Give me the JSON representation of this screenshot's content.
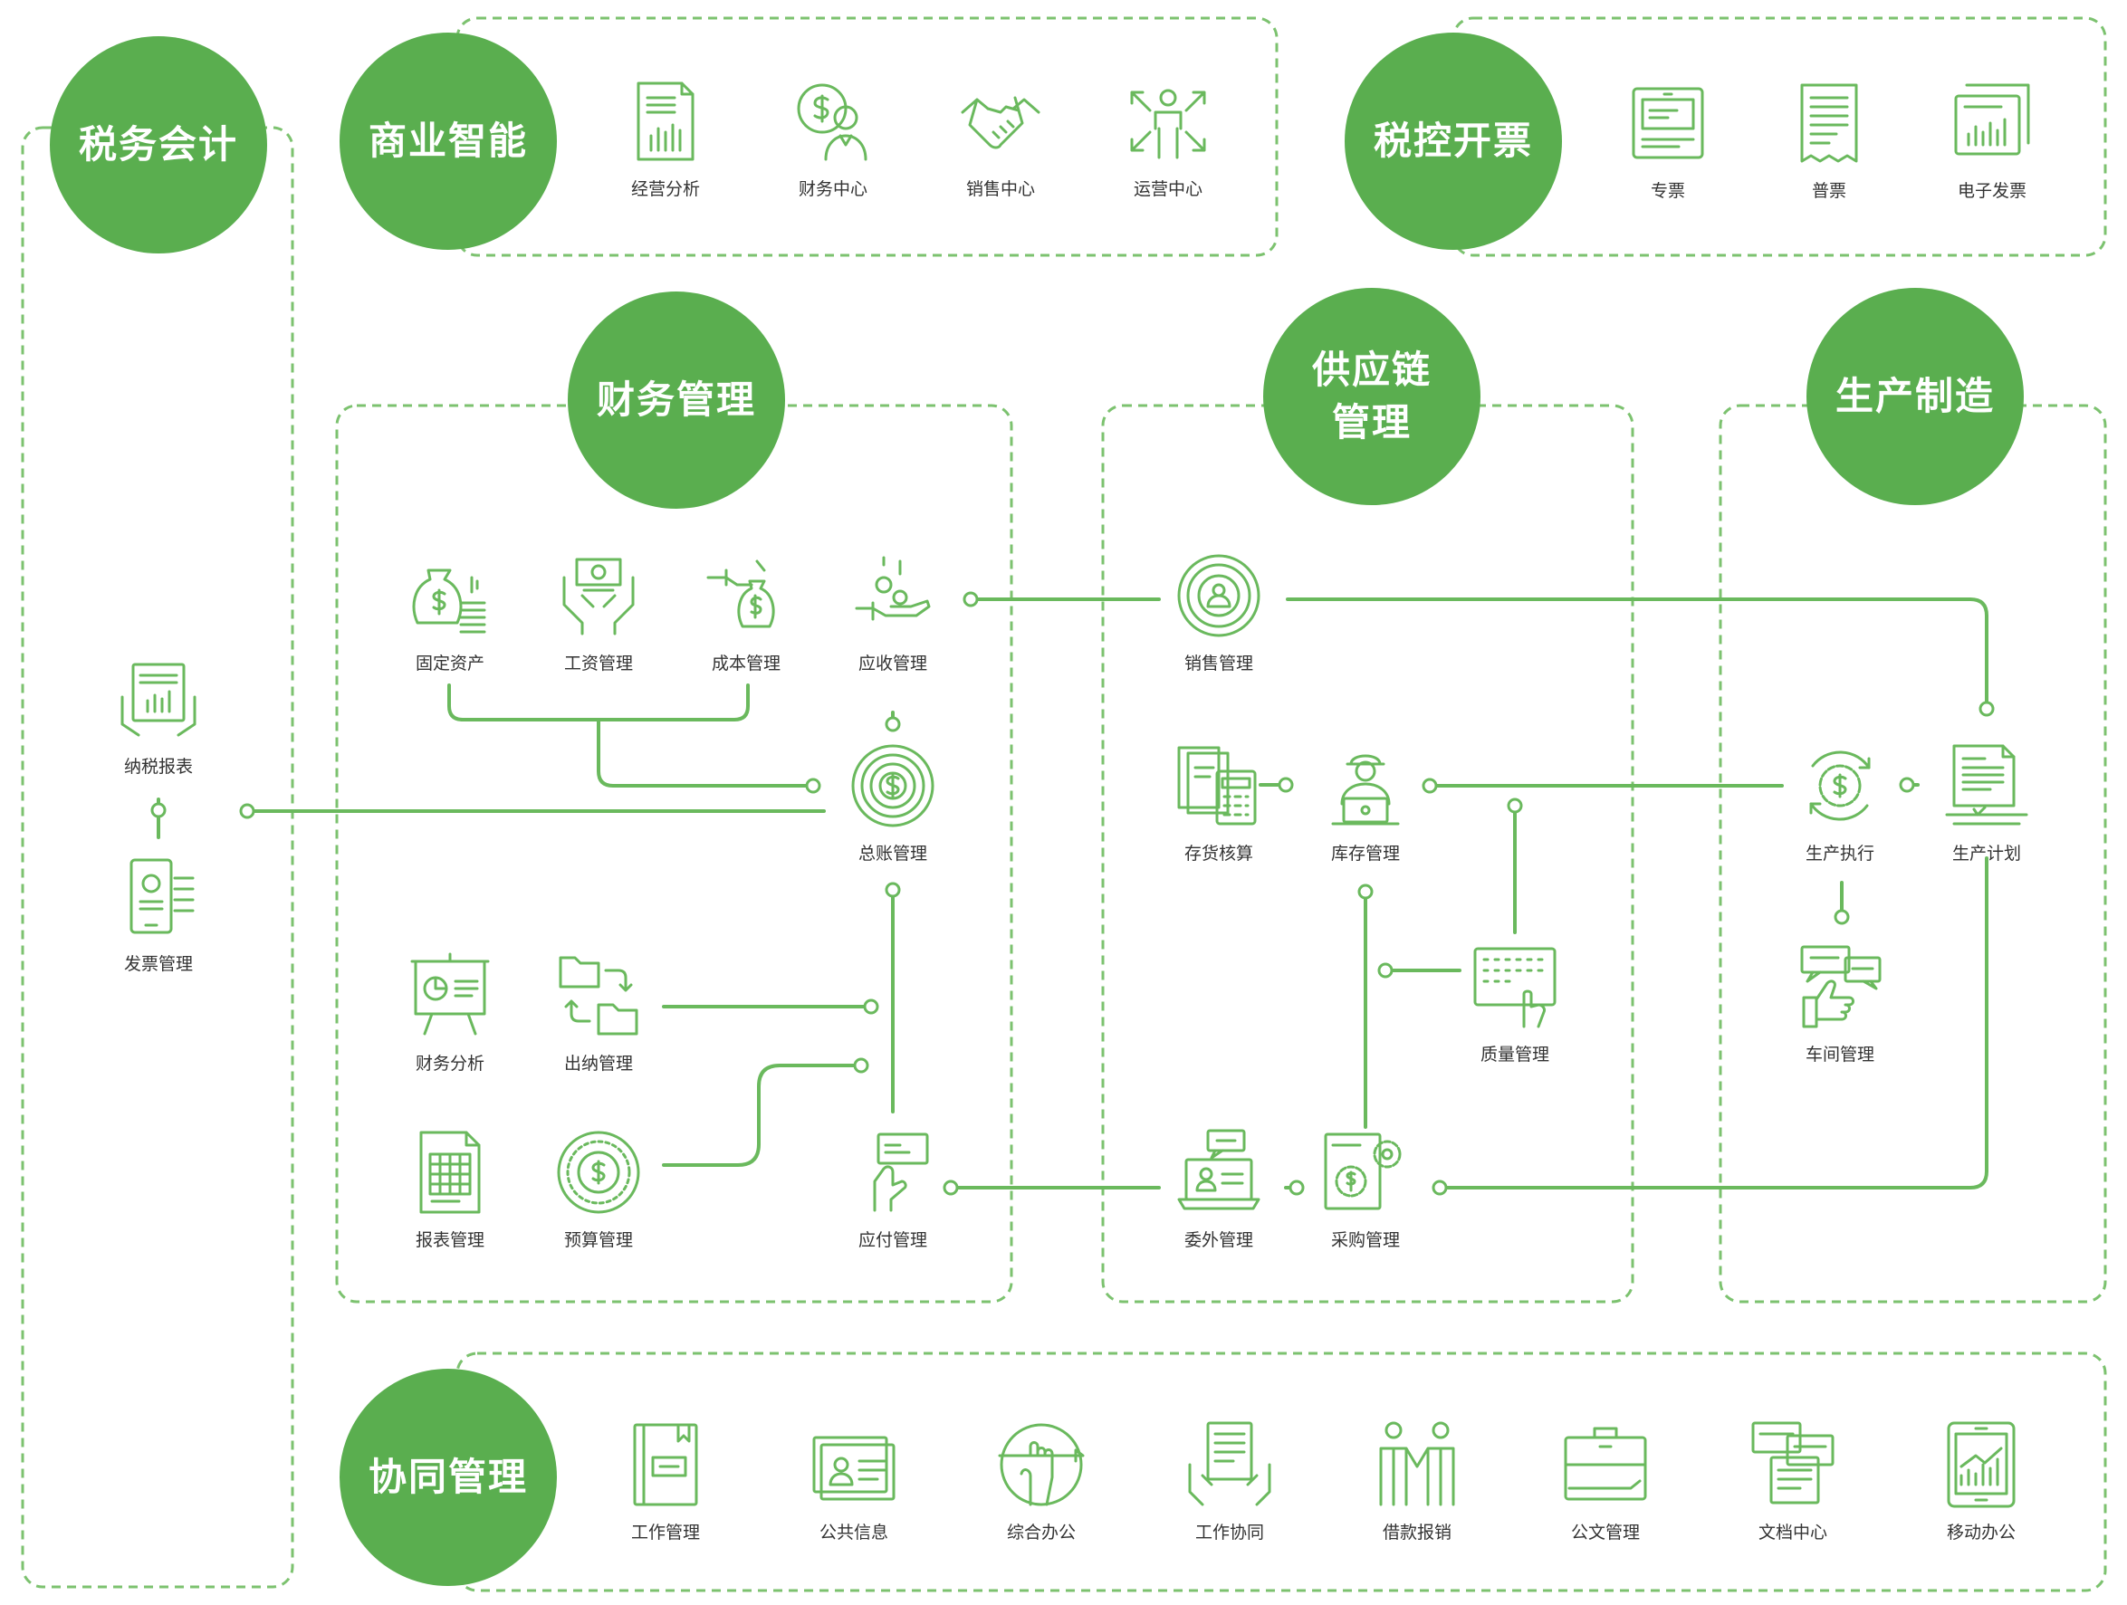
{
  "theme": {
    "green": "#5aae4f",
    "line": "#6ab95d",
    "dash": "#7cc26f",
    "text": "#333333"
  },
  "modules": {
    "tax_accounting": {
      "title": "税务会计"
    },
    "business_intelligence": {
      "title": "商业智能"
    },
    "tax_invoicing": {
      "title": "税控开票"
    },
    "finance": {
      "title_line1": "财务管理"
    },
    "supply_chain": {
      "title_line1": "供应链",
      "title_line2": "管理"
    },
    "production": {
      "title": "生产制造"
    },
    "collaboration": {
      "title": "协同管理"
    }
  },
  "nodes": {
    "tax_report": {
      "label": "纳税报表",
      "icon": "tax-report-icon"
    },
    "invoice_mgmt": {
      "label": "发票管理",
      "icon": "invoice-phone-icon"
    },
    "biz_analysis": {
      "label": "经营分析",
      "icon": "bar-report-icon"
    },
    "finance_center": {
      "label": "财务中心",
      "icon": "finance-person-icon"
    },
    "sales_center": {
      "label": "销售中心",
      "icon": "handshake-icon"
    },
    "ops_center": {
      "label": "运营中心",
      "icon": "arrows-person-icon"
    },
    "special_invoice": {
      "label": "专票",
      "icon": "special-invoice-icon"
    },
    "normal_invoice": {
      "label": "普票",
      "icon": "receipt-icon"
    },
    "e_invoice": {
      "label": "电子发票",
      "icon": "e-invoice-icon"
    },
    "fixed_assets": {
      "label": "固定资产",
      "icon": "money-bag-coins-icon"
    },
    "payroll": {
      "label": "工资管理",
      "icon": "salary-hands-icon"
    },
    "cost_mgmt": {
      "label": "成本管理",
      "icon": "hand-money-bag-icon"
    },
    "receivables": {
      "label": "应收管理",
      "icon": "hand-coins-icon"
    },
    "general_ledger": {
      "label": "总账管理",
      "icon": "target-dollar-icon"
    },
    "fin_analysis": {
      "label": "财务分析",
      "icon": "presentation-board-icon"
    },
    "cashier": {
      "label": "出纳管理",
      "icon": "folder-transfer-icon"
    },
    "report_mgmt": {
      "label": "报表管理",
      "icon": "spreadsheet-icon"
    },
    "budget_mgmt": {
      "label": "预算管理",
      "icon": "dial-dollar-icon"
    },
    "payables": {
      "label": "应付管理",
      "icon": "hand-card-icon"
    },
    "sales_mgmt": {
      "label": "销售管理",
      "icon": "customer-target-icon"
    },
    "inventory_acct": {
      "label": "存货核算",
      "icon": "documents-calculator-icon"
    },
    "stock_mgmt": {
      "label": "库存管理",
      "icon": "worker-laptop-icon"
    },
    "quality_mgmt": {
      "label": "质量管理",
      "icon": "keyboard-hand-icon"
    },
    "outsourcing": {
      "label": "委外管理",
      "icon": "laptop-contact-icon"
    },
    "purchase_mgmt": {
      "label": "采购管理",
      "icon": "gears-dollar-icon"
    },
    "production_exec": {
      "label": "生产执行",
      "icon": "cycle-gear-dollar-icon"
    },
    "production_plan": {
      "label": "生产计划",
      "icon": "document-pen-icon"
    },
    "workshop_mgmt": {
      "label": "车间管理",
      "icon": "thumbs-up-chat-icon"
    },
    "work_mgmt": {
      "label": "工作管理",
      "icon": "notebook-icon"
    },
    "public_info": {
      "label": "公共信息",
      "icon": "id-cards-icon"
    },
    "general_office": {
      "label": "综合办公",
      "icon": "hand-pen-icon"
    },
    "work_collab": {
      "label": "工作协同",
      "icon": "hands-document-icon"
    },
    "loan_reimburse": {
      "label": "借款报销",
      "icon": "people-handshake-icon"
    },
    "document_mgmt": {
      "label": "公文管理",
      "icon": "briefcase-icon"
    },
    "doc_center": {
      "label": "文档中心",
      "icon": "stacked-notes-icon"
    },
    "mobile_office": {
      "label": "移动办公",
      "icon": "tablet-chart-icon"
    }
  }
}
